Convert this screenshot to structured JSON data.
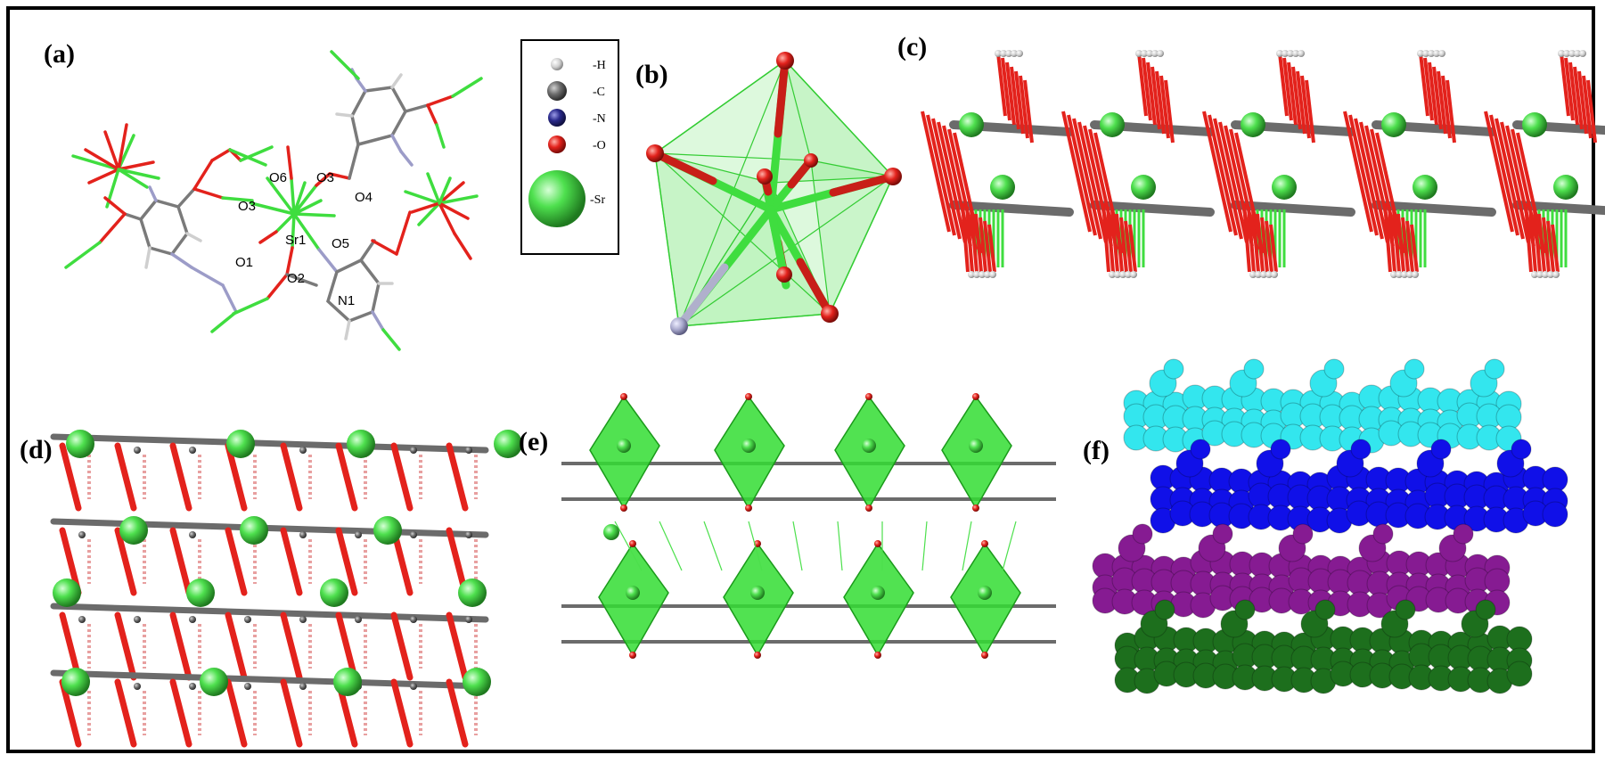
{
  "panels": {
    "a": "(a)",
    "b": "(b)",
    "c": "(c)",
    "d": "(d)",
    "e": "(e)",
    "f": "(f)"
  },
  "atom_labels": {
    "o6": "O6",
    "o3a": "O3",
    "o3b": "O3",
    "o4": "O4",
    "sr1": "Sr1",
    "o5": "O5",
    "o1": "O1",
    "o2": "O2",
    "n1": "N1"
  },
  "legend": {
    "items": [
      {
        "label": "-H",
        "color": "#c8c8c8"
      },
      {
        "label": "-C",
        "color": "#6e6e6e"
      },
      {
        "label": "-N",
        "color": "#2a2a8c"
      },
      {
        "label": "-O",
        "color": "#e0201c"
      },
      {
        "label": "-Sr",
        "color": "#44dd44"
      }
    ]
  },
  "colors": {
    "carbon": "#6b6b6b",
    "oxygen": "#e3221c",
    "strontium": "#3fdd3f",
    "nitrogen": "#9c9cc8",
    "hydrogen": "#d2d2d2",
    "poly": "#33dd33",
    "cyan": "#33e6ee",
    "blue": "#1010e8",
    "purple": "#861b92",
    "green": "#1d6f1d"
  }
}
